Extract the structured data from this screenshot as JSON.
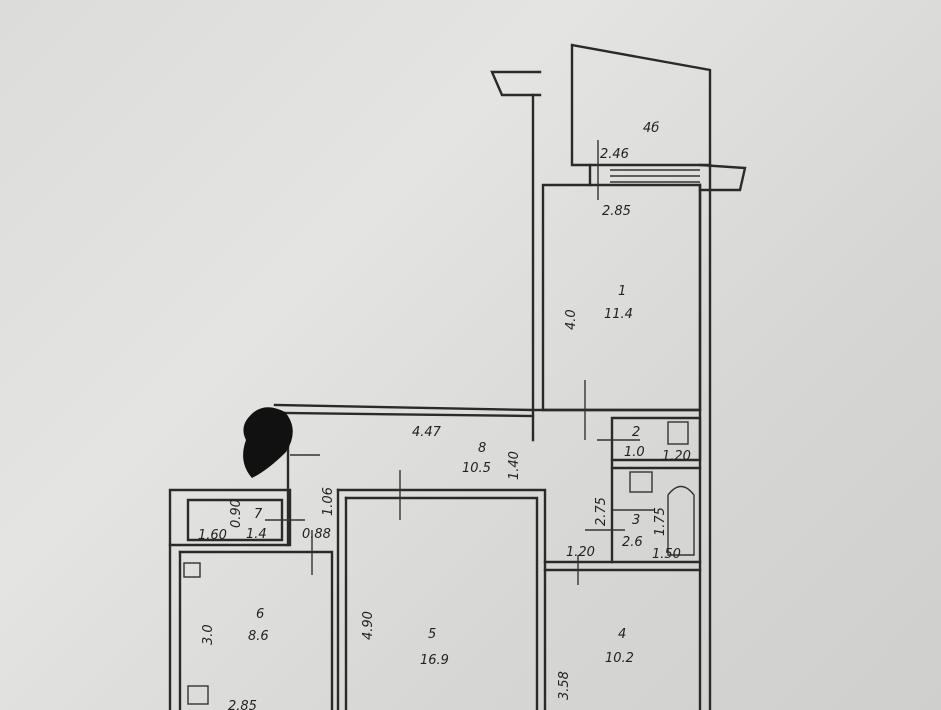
{
  "plan": {
    "rooms": [
      {
        "id": "balcony",
        "number": "",
        "area": "4б"
      },
      {
        "id": "room-1",
        "number": "1",
        "area": "11.4"
      },
      {
        "id": "room-2",
        "number": "2",
        "area": "1.0"
      },
      {
        "id": "room-3",
        "number": "3",
        "area": "2.6"
      },
      {
        "id": "room-4",
        "number": "4",
        "area": "10.2"
      },
      {
        "id": "room-5",
        "number": "5",
        "area": "16.9"
      },
      {
        "id": "room-6",
        "number": "6",
        "area": "8.6"
      },
      {
        "id": "room-7",
        "number": "7",
        "area": "1.4"
      },
      {
        "id": "room-8",
        "number": "8",
        "area": "10.5"
      }
    ],
    "dimensions": {
      "balcony_width": "2.46",
      "room1_width": "2.85",
      "room1_length": "4.0",
      "corridor_length": "4.47",
      "corridor_side": "1.40",
      "room2_width": "1.20",
      "room3_length": "2.75",
      "room3_width": "1.50",
      "bath_length": "1.75",
      "room4_top": "1.20",
      "room4_length": "3.58",
      "room5_length": "4.90",
      "room6_length": "3.0",
      "room6_width": "2.85",
      "room7_width": "1.60",
      "room7_depth": "0.90",
      "room7_side": "0.88",
      "room7_door": "1.06"
    }
  }
}
